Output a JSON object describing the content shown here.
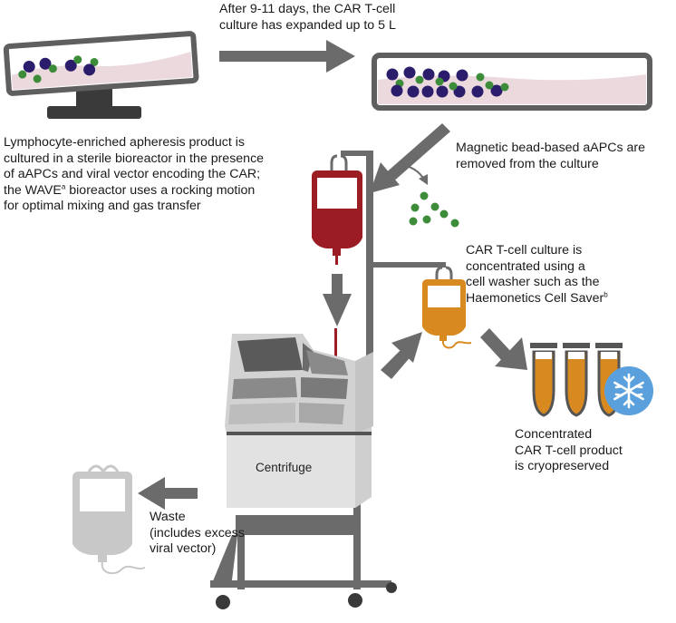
{
  "labels": {
    "expansion": [
      "After 9-11 days, the CAR T-cell",
      "culture has expanded up to 5 L"
    ],
    "initial_culture": [
      "Lymphocyte-enriched apheresis product is",
      "cultured in a sterile bioreactor in the presence",
      "of aAPCs and viral vector encoding the CAR;"
    ],
    "wave_line_a": "the WAVE",
    "wave_sup": "a",
    "wave_line_b": " bioreactor uses a rocking motion",
    "mixing_line": "for optimal mixing and gas transfer",
    "beads_removed": [
      "Magnetic bead-based aAPCs are",
      "removed from the culture"
    ],
    "concentration": [
      "CAR T-cell culture is",
      "concentrated using a",
      "cell washer such as the"
    ],
    "cell_saver_line": "Haemonetics Cell Saver",
    "cell_saver_sup": "b",
    "cryo": [
      "Concentrated",
      "CAR T-cell product",
      "is cryopreserved"
    ],
    "waste": [
      "Waste",
      "(includes excess",
      "viral vector)"
    ],
    "centrifuge": "Centrifuge"
  },
  "colors": {
    "arrow": "#6b6b6b",
    "blood_bag": "#9b1c23",
    "orange_bag": "#d88a20",
    "waste_bag": "#c8c8c8",
    "bioreactor_fill": "#ecd9de",
    "cell_purple": "#2b1d6b",
    "bead_green": "#3d8c3a",
    "machine_light": "#d9d9d9",
    "machine_dark": "#555555",
    "snowflake_bg": "#5aa0dc"
  },
  "icons": [
    "bioreactor-small",
    "bioreactor-large",
    "blood-bag",
    "orange-bag",
    "waste-bag",
    "centrifuge-machine",
    "cryo-tubes",
    "snowflake-icon",
    "magnetic-beads"
  ]
}
